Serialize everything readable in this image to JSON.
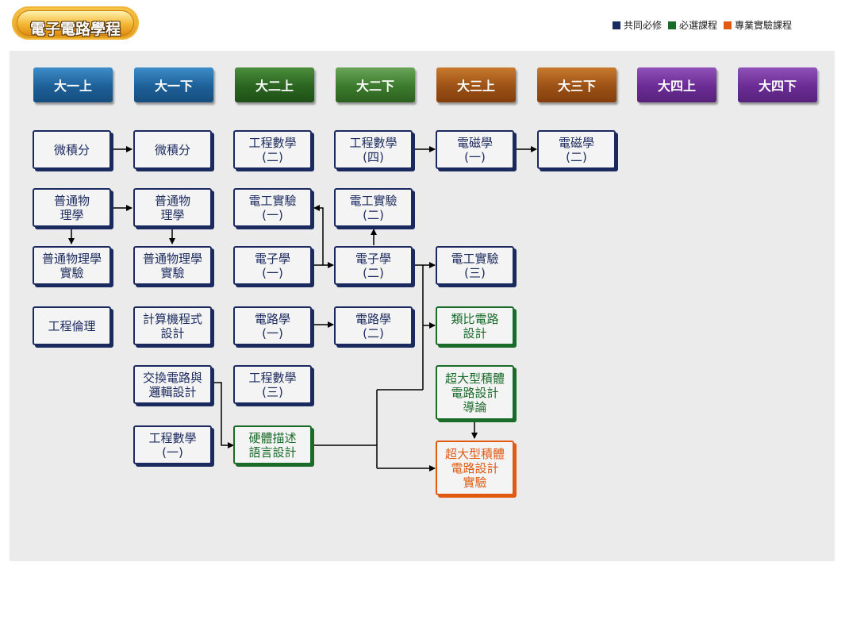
{
  "header": {
    "title": "電子電路學程",
    "legend": [
      {
        "label": "共同必修",
        "color": "#1b2a5e"
      },
      {
        "label": "必選課程",
        "color": "#1a6b2a"
      },
      {
        "label": "專業實驗課程",
        "color": "#e05a12"
      }
    ]
  },
  "semesters": [
    "大一上",
    "大一下",
    "大二上",
    "大二下",
    "大三上",
    "大三下",
    "大四上",
    "大四下"
  ],
  "courses": {
    "c1": "微積分",
    "c2": "微積分",
    "c3": "工程數學\n(二)",
    "c4": "工程數學\n(四)",
    "c5": "電磁學\n(一)",
    "c6": "電磁學\n(二)",
    "c7": "普通物\n理學",
    "c8": "普通物\n理學",
    "c9": "電工實驗\n(一)",
    "c10": "電工實驗\n(二)",
    "c11": "普通物理學\n實驗",
    "c12": "普通物理學\n實驗",
    "c13": "電子學\n(一)",
    "c14": "電子學\n(二)",
    "c15": "電工實驗\n(三)",
    "c16": "工程倫理",
    "c17": "計算機程式\n設計",
    "c18": "電路學\n(一)",
    "c19": "電路學\n(二)",
    "c20": "類比電路\n設計",
    "c21": "交換電路與\n邏輯設計",
    "c22": "工程數學\n(三)",
    "c23": "超大型積體\n電路設計\n導論",
    "c24": "工程數學\n(一)",
    "c25": "硬體描述\n語言設計",
    "c26": "超大型積體\n電路設計\n實驗"
  }
}
